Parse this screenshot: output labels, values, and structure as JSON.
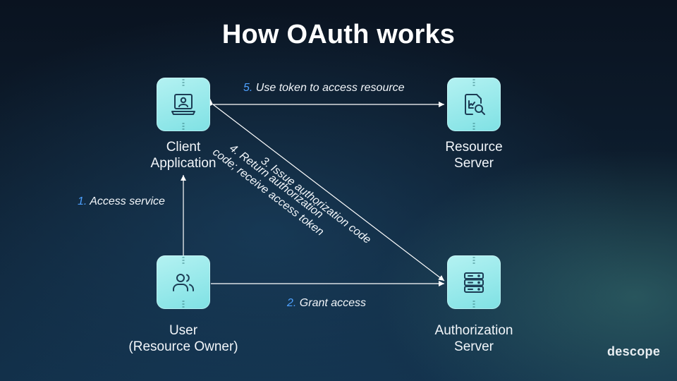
{
  "title": "How OAuth works",
  "nodes": {
    "client": {
      "line1": "Client",
      "line2": "Application",
      "icon": "laptop-user-icon"
    },
    "resource": {
      "line1": "Resource",
      "line2": "Server",
      "icon": "file-search-icon"
    },
    "user": {
      "line1": "User",
      "line2": "(Resource Owner)",
      "icon": "users-icon"
    },
    "auth": {
      "line1": "Authorization",
      "line2": "Server",
      "icon": "server-stack-icon"
    }
  },
  "steps": [
    {
      "num": "1.",
      "text": "Access service"
    },
    {
      "num": "2.",
      "text": "Grant access"
    },
    {
      "num": "3.",
      "text": "Issue authorization code"
    },
    {
      "num": "4.",
      "text_line1": "Return authorization",
      "text_line2": "code; receive access token"
    },
    {
      "num": "5.",
      "text": "Use token to access resource"
    }
  ],
  "logo": "descope",
  "colors": {
    "accent": "#4ea1ff",
    "node": "#8fe6e8"
  }
}
